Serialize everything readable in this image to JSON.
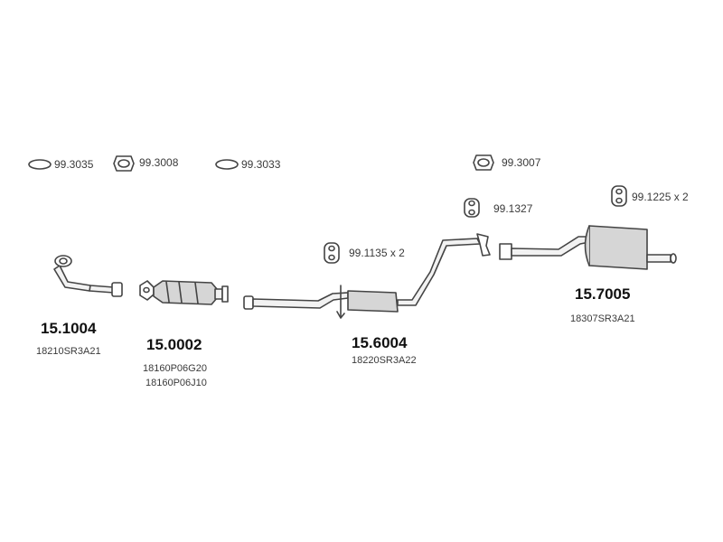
{
  "colors": {
    "stroke": "#444444",
    "body_fill": "#d6d6d6",
    "pipe_fill": "#f2f2f2",
    "text": "#3a3a3a",
    "heading": "#111111"
  },
  "fittings": [
    {
      "code": "99.3035",
      "icon": "ring-gasket-icon"
    },
    {
      "code": "99.3008",
      "icon": "flange-gasket-icon"
    },
    {
      "code": "99.3033",
      "icon": "ring-gasket-icon"
    },
    {
      "code": "99.3007",
      "icon": "flange-gasket-icon"
    },
    {
      "code": "99.1327",
      "icon": "rubber-hanger-icon"
    },
    {
      "code": "99.1135 x 2",
      "icon": "rubber-hanger-icon"
    },
    {
      "code": "99.1225 x 2",
      "icon": "rubber-hanger-icon"
    }
  ],
  "parts": [
    {
      "number": "15.1004",
      "oem": [
        "18210SR3A21"
      ],
      "icon": "front-pipe-icon"
    },
    {
      "number": "15.0002",
      "oem": [
        "18160P06G20",
        "18160P06J10"
      ],
      "icon": "catalytic-converter-icon"
    },
    {
      "number": "15.6004",
      "oem": [
        "18220SR3A22"
      ],
      "icon": "middle-silencer-icon"
    },
    {
      "number": "15.7005",
      "oem": [
        "18307SR3A21"
      ],
      "icon": "rear-silencer-icon"
    }
  ]
}
